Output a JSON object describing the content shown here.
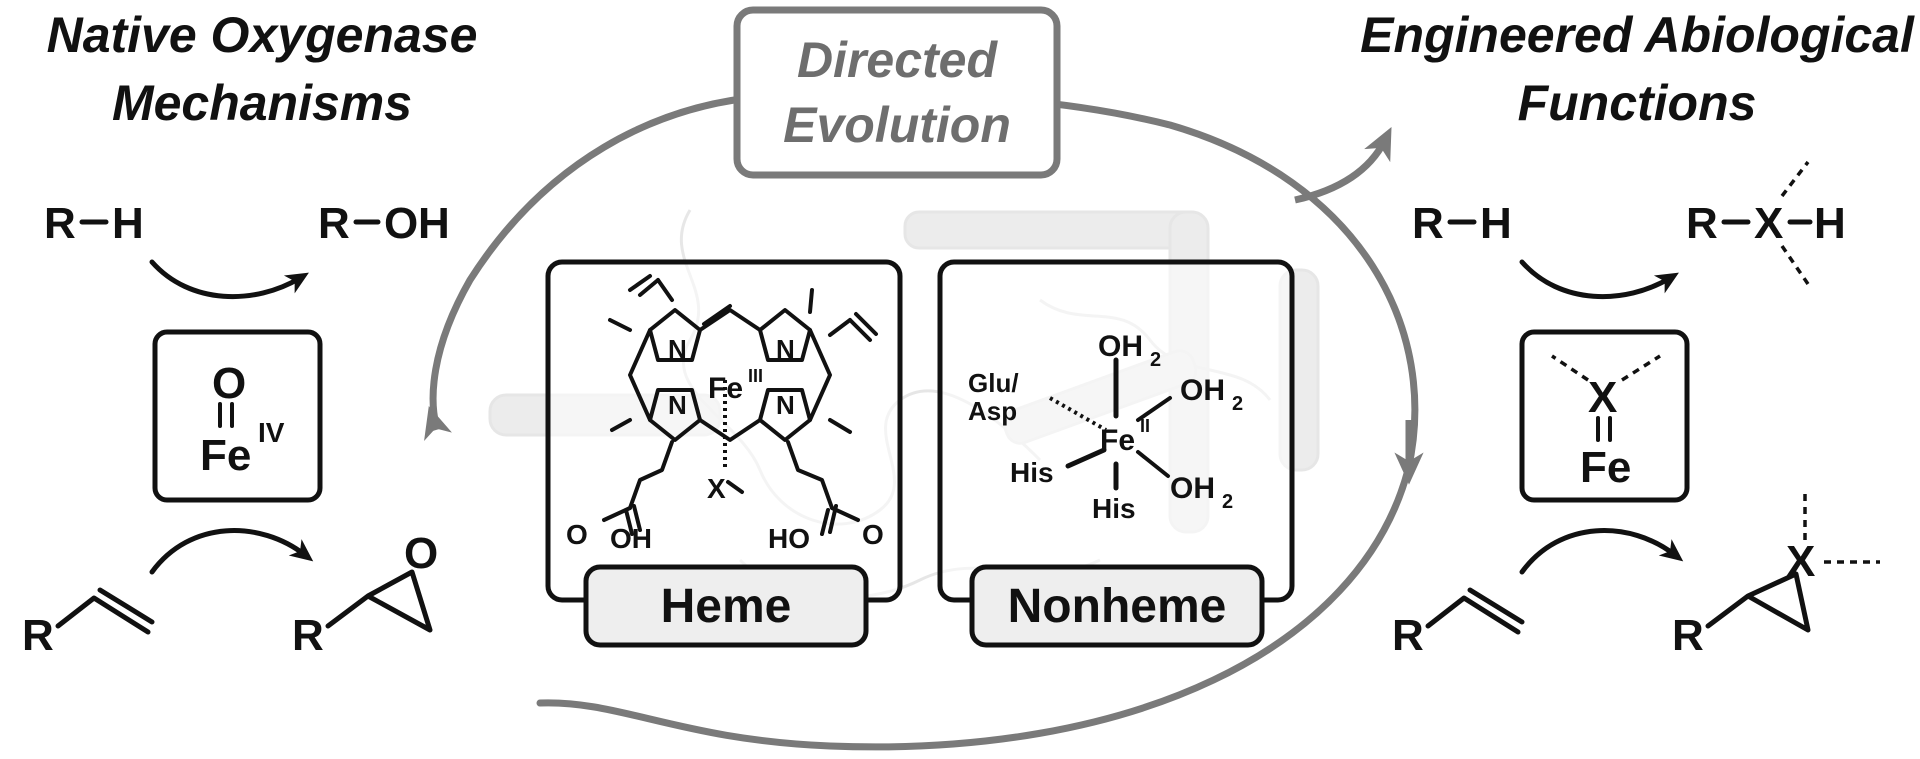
{
  "left": {
    "title_line1": "Native Oxygenase",
    "title_line2": "Mechanisms",
    "reaction1": {
      "reactant": "R",
      "reactant_h": "H",
      "product_r": "R",
      "product_o": "O",
      "product_h": "H"
    },
    "intermediate": {
      "top_atom": "O",
      "metal": "Fe",
      "oxidation": "IV"
    },
    "reaction2": {
      "reactant_r": "R",
      "product_r": "R",
      "product_o": "O"
    }
  },
  "center": {
    "loop_label_line1": "Directed",
    "loop_label_line2": "Evolution",
    "heme": {
      "label": "Heme",
      "metal": "Fe",
      "oxidation": "III",
      "n_atoms": [
        "N",
        "N",
        "N",
        "N"
      ],
      "axial": "X",
      "acid_left": "OH",
      "acid_left_o": "O",
      "acid_right": "HO",
      "acid_right_o": "O"
    },
    "nonheme": {
      "label": "Nonheme",
      "metal": "Fe",
      "oxidation": "II",
      "ligand_glu": "Glu/",
      "ligand_asp": "Asp",
      "ligand_top": "OH",
      "ligand_top_sub": "2",
      "ligand_right": "OH",
      "ligand_right_sub": "2",
      "ligand_br": "OH",
      "ligand_br_sub": "2",
      "ligand_his_left": "His",
      "ligand_his_bottom": "His"
    }
  },
  "right": {
    "title_line1": "Engineered Abiological",
    "title_line2": "Functions",
    "reaction1": {
      "reactant_r": "R",
      "reactant_h": "H",
      "product_r": "R",
      "product_x": "X",
      "product_h": "H"
    },
    "intermediate": {
      "top_atom": "X",
      "metal": "Fe"
    },
    "reaction2": {
      "reactant_r": "R",
      "product_r": "R",
      "product_x": "X"
    }
  },
  "colors": {
    "ink": "#111111",
    "oxygen": "#1515d6",
    "iron": "#e01010",
    "loop": "#7a7a7a",
    "label_box": "#eeeeee"
  }
}
